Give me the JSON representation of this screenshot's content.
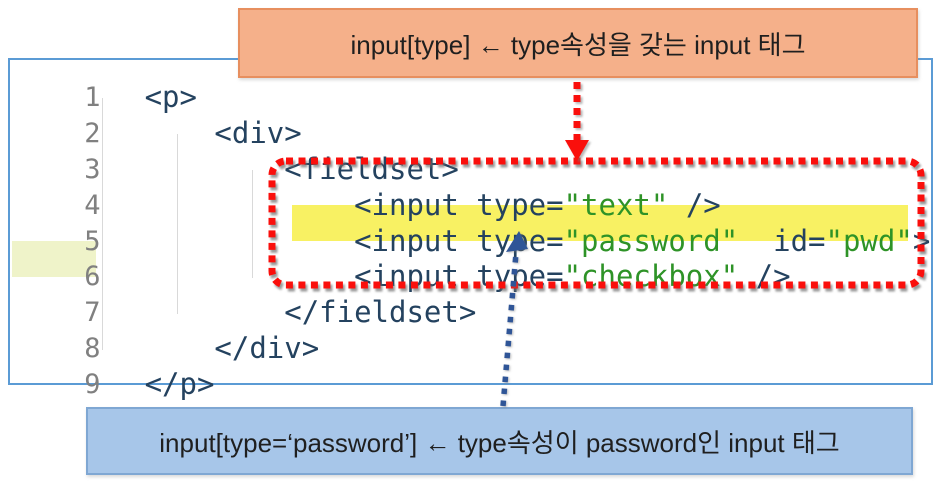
{
  "callout_top": {
    "text": "input[type] ← type속성을 갖는 input 태그"
  },
  "callout_bottom": {
    "text": "input[type=‘password’] ← type속성이 password인 input 태그"
  },
  "editor": {
    "highlighted_line": 5,
    "active_gutter_line": 6,
    "lines": [
      {
        "number": "1",
        "tokens": [
          {
            "text": "<p>"
          }
        ]
      },
      {
        "number": "2",
        "tokens": [
          {
            "text": "    <div>"
          }
        ]
      },
      {
        "number": "3",
        "tokens": [
          {
            "text": "        <fieldset>"
          }
        ]
      },
      {
        "number": "4",
        "tokens": [
          {
            "text": "            <input type="
          },
          {
            "text": "\"text\""
          },
          {
            "text": " />"
          }
        ]
      },
      {
        "number": "5",
        "tokens": [
          {
            "text": "            <input type="
          },
          {
            "text": "\"password\""
          },
          {
            "text": "  id="
          },
          {
            "text": "\"pwd\""
          },
          {
            "text": ">"
          }
        ]
      },
      {
        "number": "6",
        "tokens": [
          {
            "text": "            <input type="
          },
          {
            "text": "\"checkbox\""
          },
          {
            "text": " />"
          }
        ]
      },
      {
        "number": "7",
        "tokens": [
          {
            "text": "        </fieldset>"
          }
        ]
      },
      {
        "number": "8",
        "tokens": [
          {
            "text": "    </div>"
          }
        ]
      },
      {
        "number": "9",
        "tokens": [
          {
            "text": "</p>"
          }
        ]
      }
    ]
  },
  "colors": {
    "editor_border": "#5B9BD5",
    "navy": "#24425F",
    "green": "#2E9327",
    "line_number": "#808080",
    "yellow_highlight": "#F8F163",
    "gutter_highlight": "#EFF3C9",
    "red": "#FA0F0C",
    "blue_arrow": "#2F5597",
    "orange_fill": "#F5B08A",
    "orange_border": "#E78F5F",
    "blue_fill": "#A7C6E9",
    "blue_border": "#7FA7D3",
    "callout_text": "#1F1F1F"
  }
}
